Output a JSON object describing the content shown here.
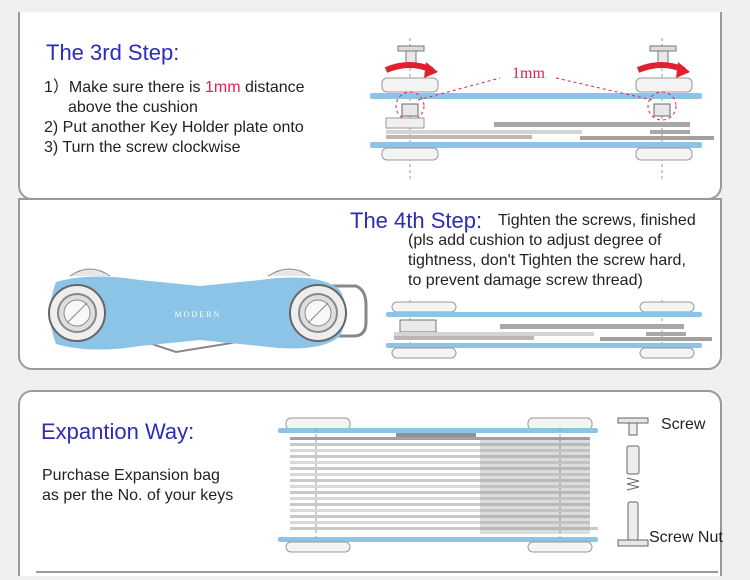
{
  "step3": {
    "title": "The 3rd Step:",
    "line1_prefix": "1）Make sure there is ",
    "line1_highlight": "1mm",
    "line1_suffix": " distance",
    "line1b": "above the cushion",
    "line2": "2)  Put another Key Holder plate onto",
    "line3": "3) Turn the screw clockwise",
    "diagram_label": "1mm"
  },
  "step4": {
    "title": "The 4th Step:",
    "line1": "Tighten the screws, finished",
    "line2": "(pls add cushion to adjust degree of",
    "line3": "tightness, don't Tighten the screw hard,",
    "line4": "to prevent damage screw thread)",
    "logo_text": "MODERN"
  },
  "expansion": {
    "title": "Expantion Way:",
    "line1": "Purchase Expansion bag",
    "line2": "as per the No. of your keys",
    "label_screw": "Screw",
    "label_screw_nut": "Screw Nut"
  },
  "colors": {
    "title_blue": "#2c2cb8",
    "highlight_red": "#e02050",
    "plate_blue": "#8cc4e8",
    "arrow_red": "#e0202e"
  }
}
